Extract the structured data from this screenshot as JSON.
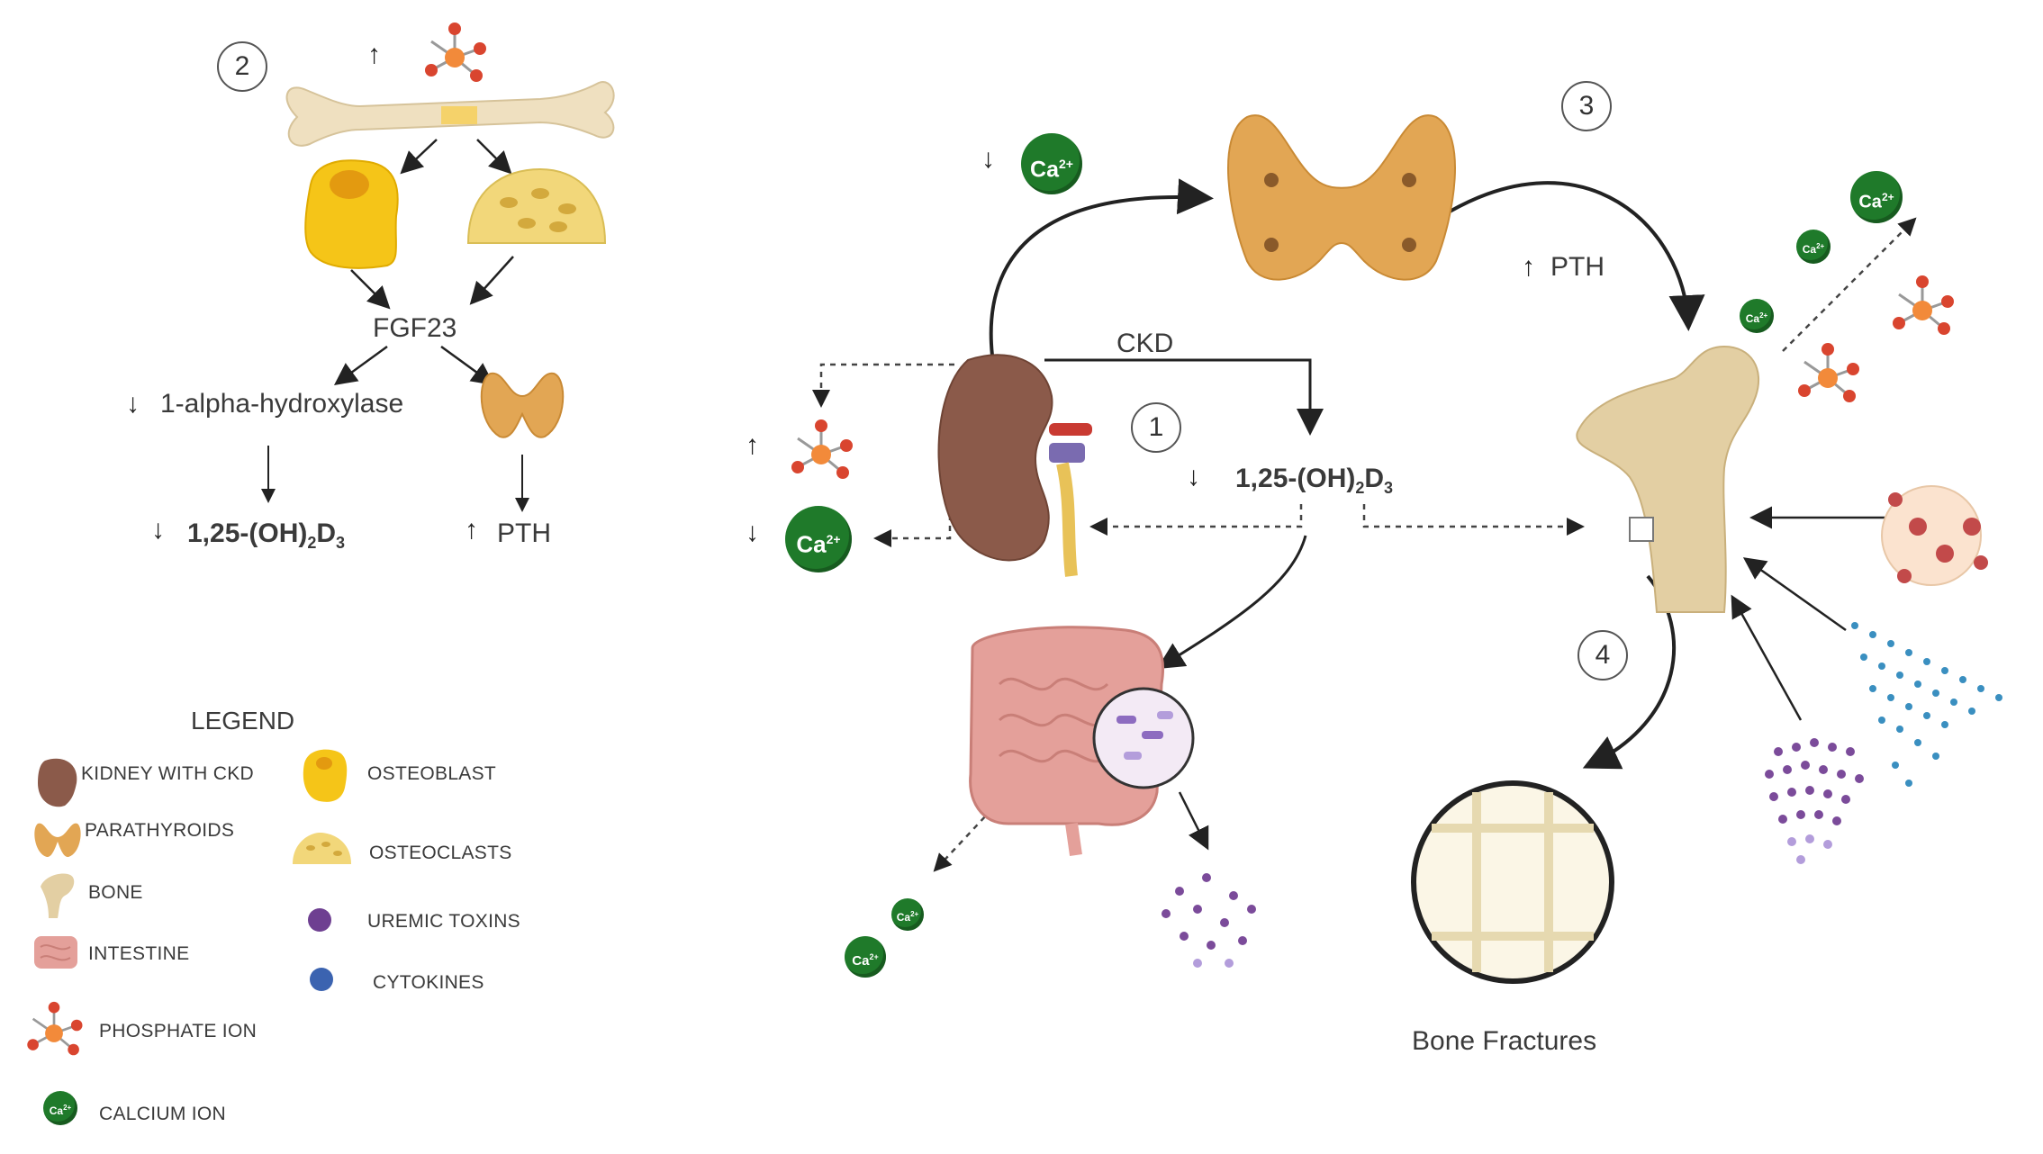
{
  "steps": {
    "s1": "1",
    "s2": "2",
    "s3": "3",
    "s4": "4"
  },
  "panel2": {
    "fgf23": "FGF23",
    "hydroxylase": "1-alpha-hydroxylase",
    "vitd": "1,25-(OH)",
    "vitd_sub1": "2",
    "vitd_mid": "D",
    "vitd_sub2": "3",
    "pth": "PTH"
  },
  "center": {
    "ckd": "CKD",
    "vitd": "1,25-(OH)",
    "vitd_sub1": "2",
    "vitd_mid": "D",
    "vitd_sub2": "3",
    "pth": "PTH",
    "bone_fractures": "Bone Fractures"
  },
  "ion": {
    "ca": "Ca",
    "ca_charge": "2+"
  },
  "legend": {
    "title": "LEGEND",
    "kidney": "KIDNEY WITH CKD",
    "parathyroids": "PARATHYROIDS",
    "bone": "BONE",
    "intestine": "INTESTINE",
    "phosphate": "PHOSPHATE ION",
    "calcium": "CALCIUM ION",
    "osteoblast": "OSTEOBLAST",
    "osteoclasts": "OSTEOCLASTS",
    "uremic": "UREMIC TOXINS",
    "cytokines": "CYTOKINES"
  },
  "colors": {
    "calcium": "#1f7a2a",
    "bone": "#efe0c0",
    "kidney": "#8b5a4a",
    "thyroid": "#e2a654",
    "osteoblast": "#f5c518",
    "osteoclast": "#f2d77a",
    "intestine": "#e4a09a",
    "toxin": "#7b4b9a",
    "cytokine": "#3a8fc0",
    "phosphate": "#e0603a"
  }
}
